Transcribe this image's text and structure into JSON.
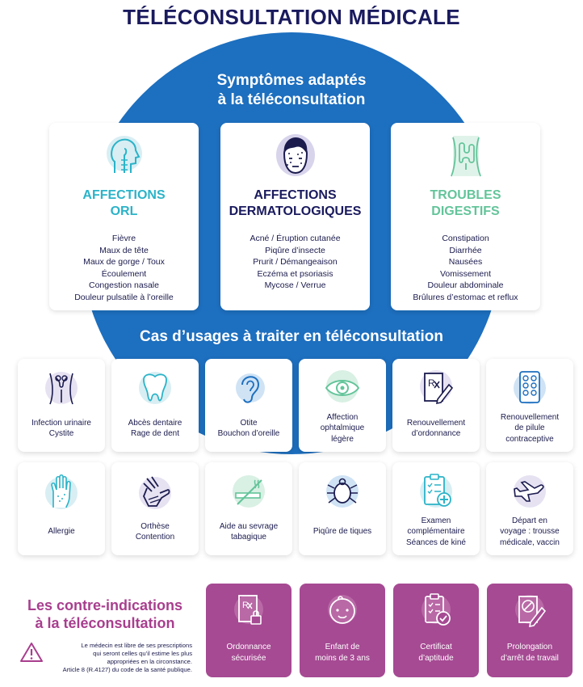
{
  "title": "TÉLÉCONSULTATION MÉDICALE",
  "symptoms_heading_line1": "Symptômes adaptés",
  "symptoms_heading_line2": "à la téléconsultation",
  "colors": {
    "circle": "#1d6fbf",
    "orl": "#2bb3c8",
    "derma": "#1a1a5e",
    "digest": "#63c49a",
    "contra": "#a64a93",
    "icon_outline": "#1b1b4e",
    "icon_blob": "#d8d4ec"
  },
  "symptom_cards": [
    {
      "icon": "head-throat-icon",
      "title_line1": "AFFECTIONS",
      "title_line2": "ORL",
      "items": [
        "Fièvre",
        "Maux de tête",
        "Maux de gorge / Toux",
        "Écoulement",
        "Congestion nasale",
        "Douleur pulsatile à l’oreille"
      ]
    },
    {
      "icon": "face-rash-icon",
      "title_line1": "AFFECTIONS",
      "title_line2": "DERMATOLOGIQUES",
      "items": [
        "Acné / Éruption cutanée",
        "Piqûre d’insecte",
        "Prurit / Démangeaison",
        "Eczéma et psoriasis",
        "Mycose / Verrue"
      ]
    },
    {
      "icon": "intestine-icon",
      "title_line1": "TROUBLES",
      "title_line2": "DIGESTIFS",
      "items": [
        "Constipation",
        "Diarrhée",
        "Nausées",
        "Vomissement",
        "Douleur abdominale",
        "Brûlures d’estomac et reflux"
      ]
    }
  ],
  "uses_heading": "Cas d’usages à traiter en téléconsultation",
  "use_cases": [
    {
      "icon": "bladder-icon",
      "line1": "Infection urinaire",
      "line2": "Cystite",
      "line3": ""
    },
    {
      "icon": "tooth-icon",
      "line1": "Abcès dentaire",
      "line2": "Rage de dent",
      "line3": ""
    },
    {
      "icon": "ear-icon",
      "line1": "Otite",
      "line2": "Bouchon d’oreille",
      "line3": ""
    },
    {
      "icon": "eye-icon",
      "line1": "Affection",
      "line2": "ophtalmique",
      "line3": "légère"
    },
    {
      "icon": "prescription-icon",
      "line1": "Renouvellement",
      "line2": "d’ordonnance",
      "line3": ""
    },
    {
      "icon": "pill-pack-icon",
      "line1": "Renouvellement",
      "line2": "de pilule",
      "line3": "contraceptive"
    },
    {
      "icon": "allergy-hand-icon",
      "line1": "Allergie",
      "line2": "",
      "line3": ""
    },
    {
      "icon": "bandaged-hand-icon",
      "line1": "Orthèse",
      "line2": "Contention",
      "line3": ""
    },
    {
      "icon": "no-smoking-icon",
      "line1": "Aide au sevrage",
      "line2": "tabagique",
      "line3": ""
    },
    {
      "icon": "tick-icon",
      "line1": "Piqûre de tiques",
      "line2": "",
      "line3": ""
    },
    {
      "icon": "clipboard-exam-icon",
      "line1": "Examen",
      "line2": "complémentaire",
      "line3": "Séances de kiné"
    },
    {
      "icon": "airplane-icon",
      "line1": "Départ en",
      "line2": "voyage : trousse",
      "line3": "médicale, vaccin"
    }
  ],
  "contra_heading_line1": "Les contre-indications",
  "contra_heading_line2": "à la téléconsultation",
  "contra_note_line1": "Le médecin est libre de ses prescriptions",
  "contra_note_line2": "qui seront celles qu’il estime les plus",
  "contra_note_line3": "appropriées en la circonstance.",
  "contra_note_line4": "Article 8 (R.4127) du code de la santé publique.",
  "contra_cards": [
    {
      "icon": "secure-prescription-icon",
      "line1": "Ordonnance",
      "line2": "sécurisée"
    },
    {
      "icon": "baby-icon",
      "line1": "Enfant de",
      "line2": "moins de 3 ans"
    },
    {
      "icon": "certificate-icon",
      "line1": "Certificat",
      "line2": "d’aptitude"
    },
    {
      "icon": "sick-leave-icon",
      "line1": "Prolongation",
      "line2": "d’arrêt de travail"
    }
  ]
}
